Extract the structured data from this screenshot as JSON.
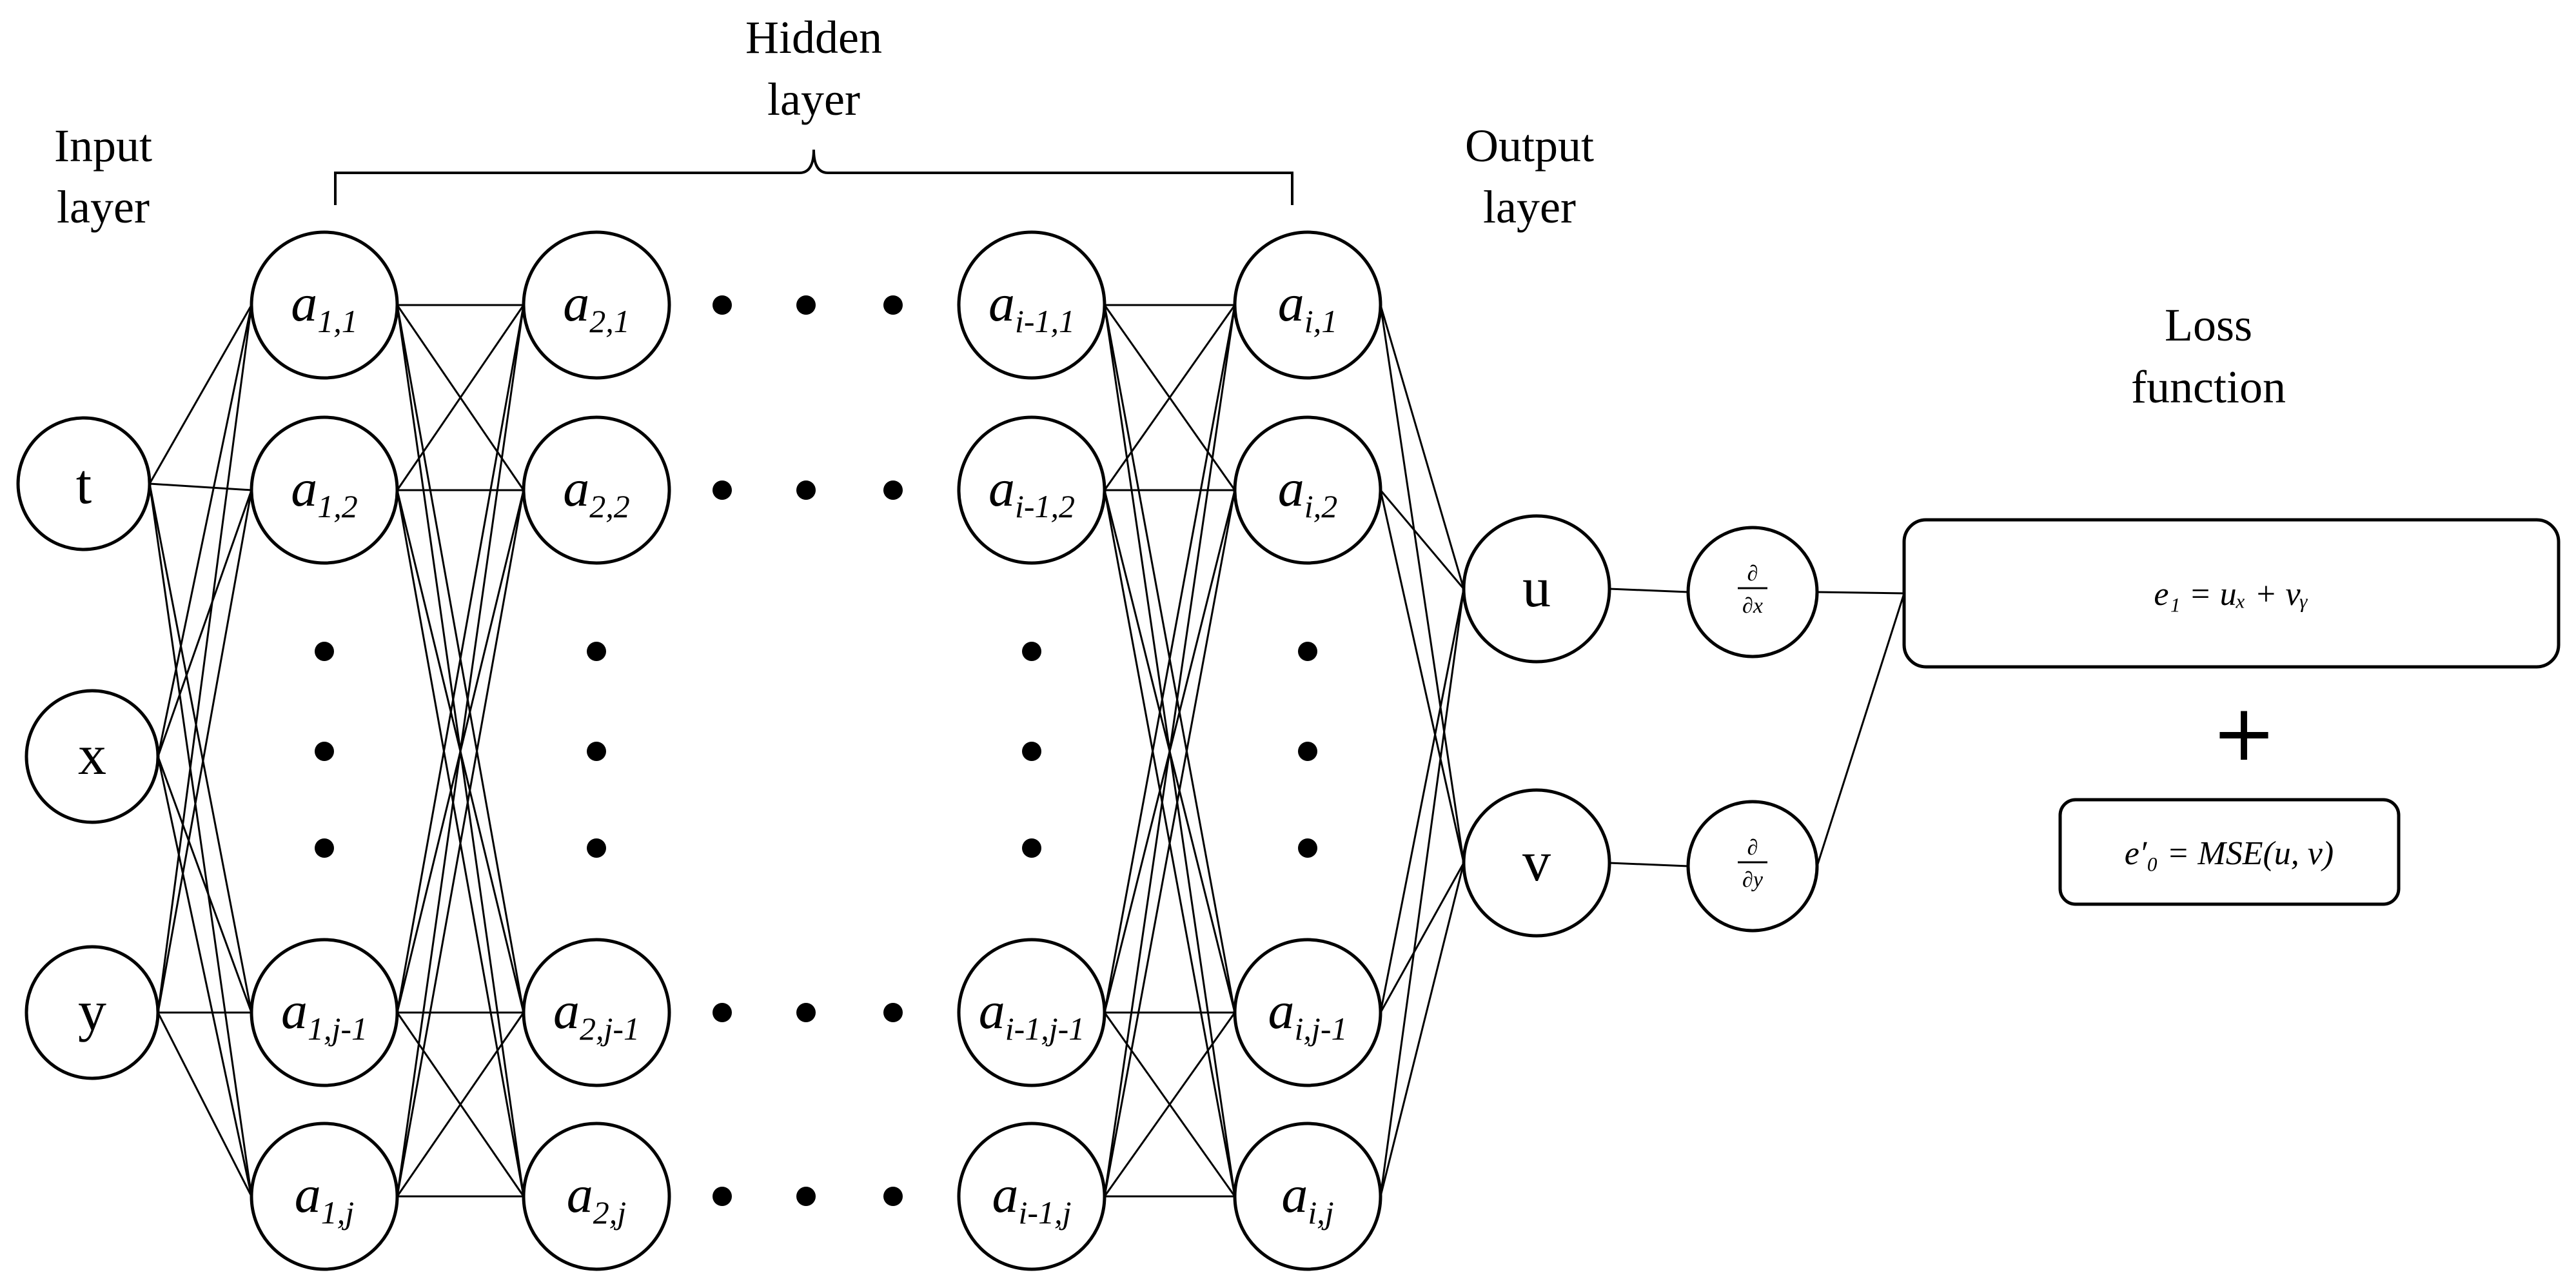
{
  "labels": {
    "input_layer": [
      "Input",
      "layer"
    ],
    "hidden_layer": [
      "Hidden",
      "layer"
    ],
    "output_layer": [
      "Output",
      "layer"
    ],
    "loss_function": [
      "Loss",
      "function"
    ]
  },
  "input_nodes": [
    "t",
    "x",
    "y"
  ],
  "hidden_columns": [
    {
      "nodes": [
        [
          "a",
          "1,1"
        ],
        [
          "a",
          "1,2"
        ],
        [
          "a",
          "1,j-1"
        ],
        [
          "a",
          "1,j"
        ]
      ]
    },
    {
      "nodes": [
        [
          "a",
          "2,1"
        ],
        [
          "a",
          "2,2"
        ],
        [
          "a",
          "2,j-1"
        ],
        [
          "a",
          "2,j"
        ]
      ]
    },
    {
      "nodes": [
        [
          "a",
          "i-1,1"
        ],
        [
          "a",
          "i-1,2"
        ],
        [
          "a",
          "i-1,j-1"
        ],
        [
          "a",
          "i-1,j"
        ]
      ]
    },
    {
      "nodes": [
        [
          "a",
          "i,1"
        ],
        [
          "a",
          "i,2"
        ],
        [
          "a",
          "i,j-1"
        ],
        [
          "a",
          "i,j"
        ]
      ]
    }
  ],
  "output_nodes": [
    "u",
    "v"
  ],
  "derivative_nodes": [
    {
      "num": "∂",
      "den": "∂x"
    },
    {
      "num": "∂",
      "den": "∂y"
    }
  ],
  "loss": {
    "residual_equation": "e₁ = uₓ + vᵧ",
    "plus": "+",
    "data_equation": "e′₀ = MSE(u, v)"
  }
}
